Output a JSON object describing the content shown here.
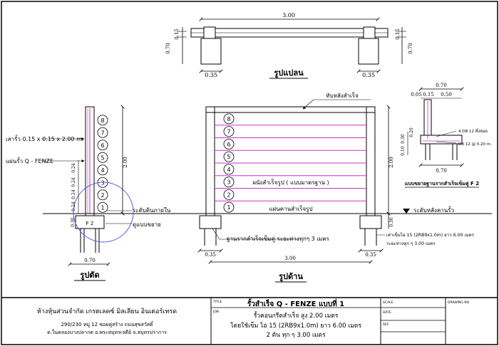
{
  "plan": {
    "title": "รูปแปลน",
    "dim_total": "3.00",
    "dim_left_width": "0.35",
    "dim_right_width": "0.35",
    "dim_height_left": "0.70",
    "dim_height_right": "0.70",
    "dim_top_left": "0.15",
    "dim_top_right": "0.15"
  },
  "section": {
    "title": "รูปตัด",
    "post_label": "เสารั้ว 0.15 x 0.15 x 2.00 m.",
    "panel_label": "แผ่นรั้ว Q - FENZE",
    "panel_numbers": [
      "8",
      "7",
      "6",
      "5",
      "4",
      "3",
      "2",
      "1"
    ],
    "dim_height": "2.00",
    "dim_spacings": [
      "0.24",
      "0.24",
      "0.24",
      "0.24"
    ],
    "dim_bottom": "0.30",
    "footing_tag": "F 2",
    "ground_label": "ระดับดินภายใน",
    "detail_ref": "ดูแบบขยาย",
    "dim_base": "0.70"
  },
  "elevation": {
    "title": "รูปด้าน",
    "cap_label": "ทับหลังสำเร็จ",
    "panel_numbers": [
      "8",
      "7",
      "6",
      "5",
      "4",
      "3",
      "2",
      "1"
    ],
    "wall_label": "ผนังสำเร็จรูป ( แบบมาตรฐาน )",
    "base_label": "แผ่นคานสำเร็จรูป",
    "footing_label": "ฐานรากสำเร็จเข็มคู่ ระยะห่างทุกๆ 3 เมตร",
    "dim_height": "2.00",
    "dim_bottom": "0.30",
    "dim_total": "3.00",
    "dim_left_width": "0.35",
    "dim_right_width": "0.35",
    "ground_label": "ระดับหลังคานรั้ว",
    "pile_note_1": "เสาเข็มไอ 15 (2RB9x1.0m) ยาว 6.00 เมตร",
    "pile_note_2": "ระยะห่างทุก ๆ 3.00 เมตร"
  },
  "detail": {
    "title": "แบบขยายฐานรากสำเร็จเข็มคู่ F 2",
    "dim_top": "0.70",
    "dim_a": "0.05",
    "dim_b": "0.15",
    "dim_c": "0.50",
    "dim_h1": "0.30",
    "dim_h2": "0.20",
    "dim_h3": "0.10",
    "rebar_1": "4 DB 12 ทั้งหมด",
    "rebar_2": "DB 12 @ 0.20 m.",
    "dim_base": "0.70"
  },
  "title_block": {
    "company": "ห้างหุ้นส่วนจำกัด เกรตเลคซ์ มิลเลียน อินเตอร์เทรด",
    "address_1": "290/230 หมู่ 12 ซอยคู่สร้าง ถนนสุขสวัสดิ์",
    "address_2": "ต.ในคลองบางปลากด อ.พระสมุทรเจดีย์ จ.สมุทรปราการ",
    "title_caption": "TITLE",
    "title": "รั้วสำเร็จ Q - FENZE แบบที่ 1",
    "job_caption": "JOB",
    "job_1": "รั้วคอนกรีตสำเร็จ สูง 2.00 เมตร",
    "job_2": "โดยใช้เข็ม ไอ 15 (2RB9x1.0m) ยาว 6.00 เมตร",
    "job_3": "2 ต้น ทุก ๆ 3.00 เมตร",
    "scale_caption": "SCALE.",
    "date_caption": "DATE.",
    "ref_caption": "REF.",
    "drawing_caption": "DRAWING NO."
  }
}
